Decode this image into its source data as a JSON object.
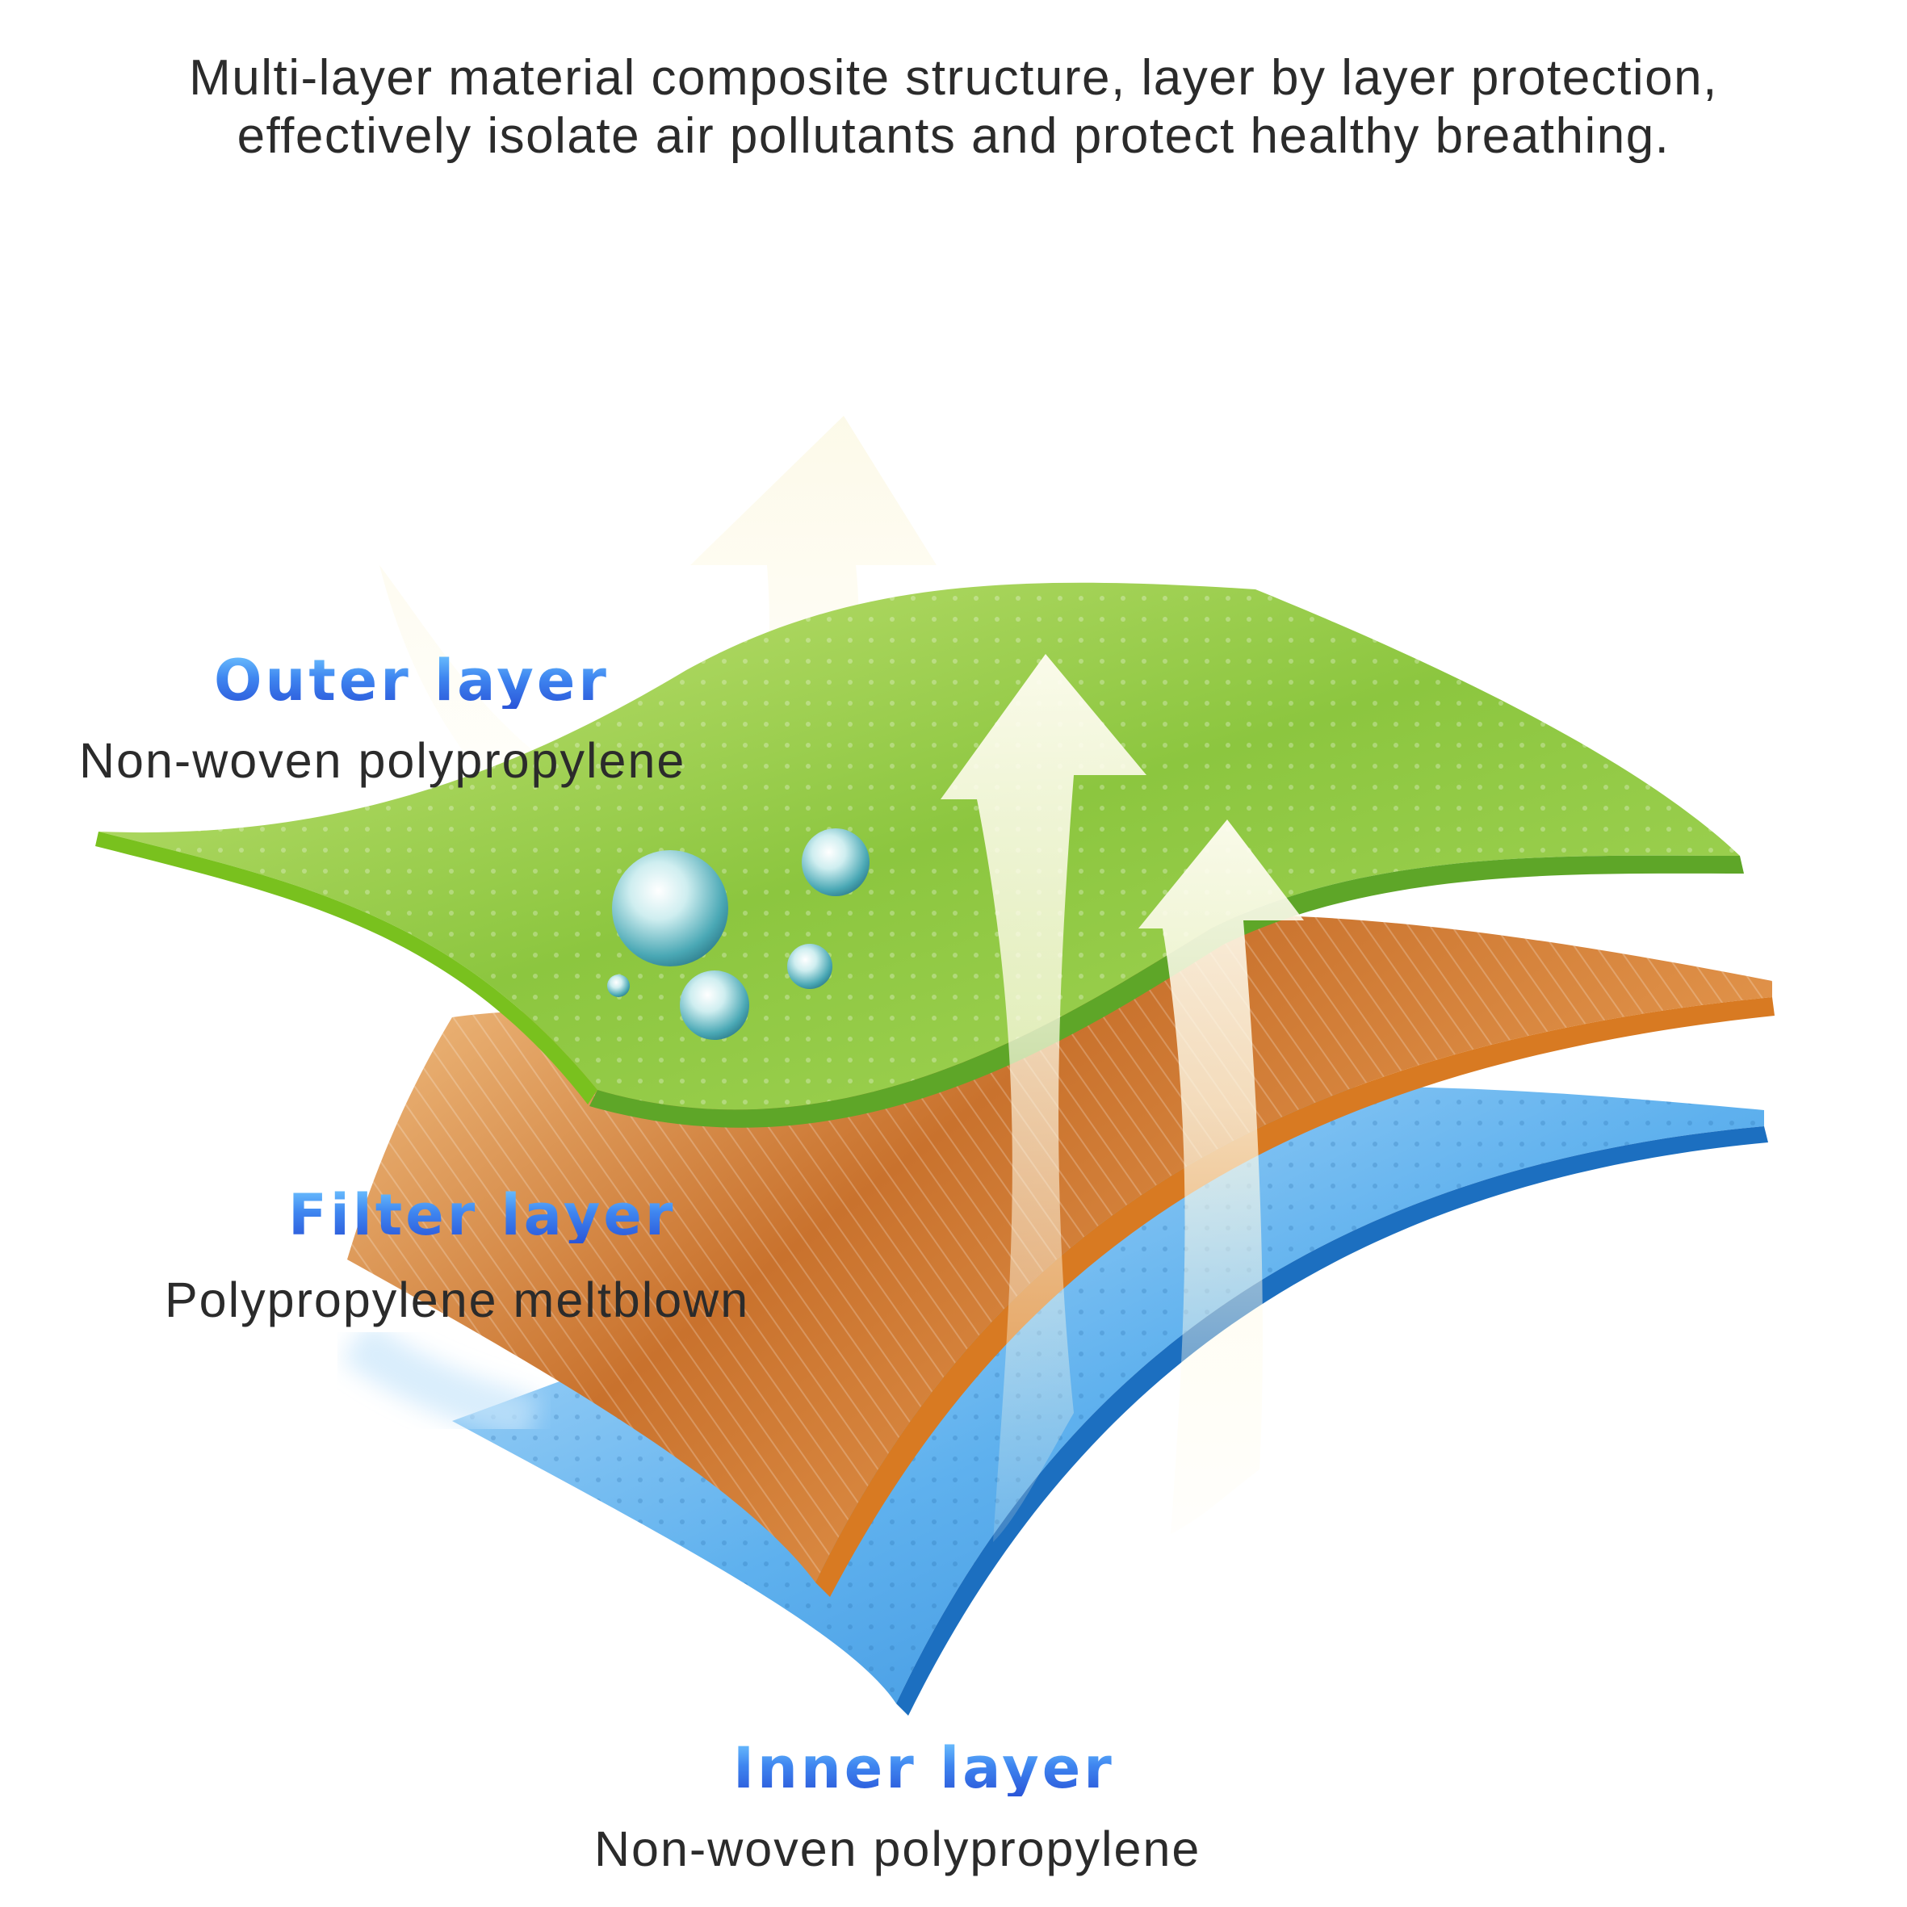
{
  "headline": {
    "line1": "Multi-layer material composite structure, layer by layer protection,",
    "line2": "effectively isolate air pollutants and protect healthy breathing."
  },
  "layers": {
    "outer": {
      "title": "Outer layer",
      "material": "Non-woven polypropylene",
      "color": "#8cc63f"
    },
    "filter": {
      "title": "Filter layer",
      "material": "Polypropylene meltblown",
      "color": "#e09a4e"
    },
    "inner": {
      "title": "Inner layer",
      "material": "Non-woven polypropylene",
      "color": "#4ea3e6"
    }
  },
  "colors": {
    "title_gradient_top": "#6fc4ff",
    "title_gradient_bottom": "#2a55d8",
    "text": "#2b2b2b"
  },
  "icons": [
    "airflow-arrow-icon",
    "water-droplet-icon"
  ]
}
